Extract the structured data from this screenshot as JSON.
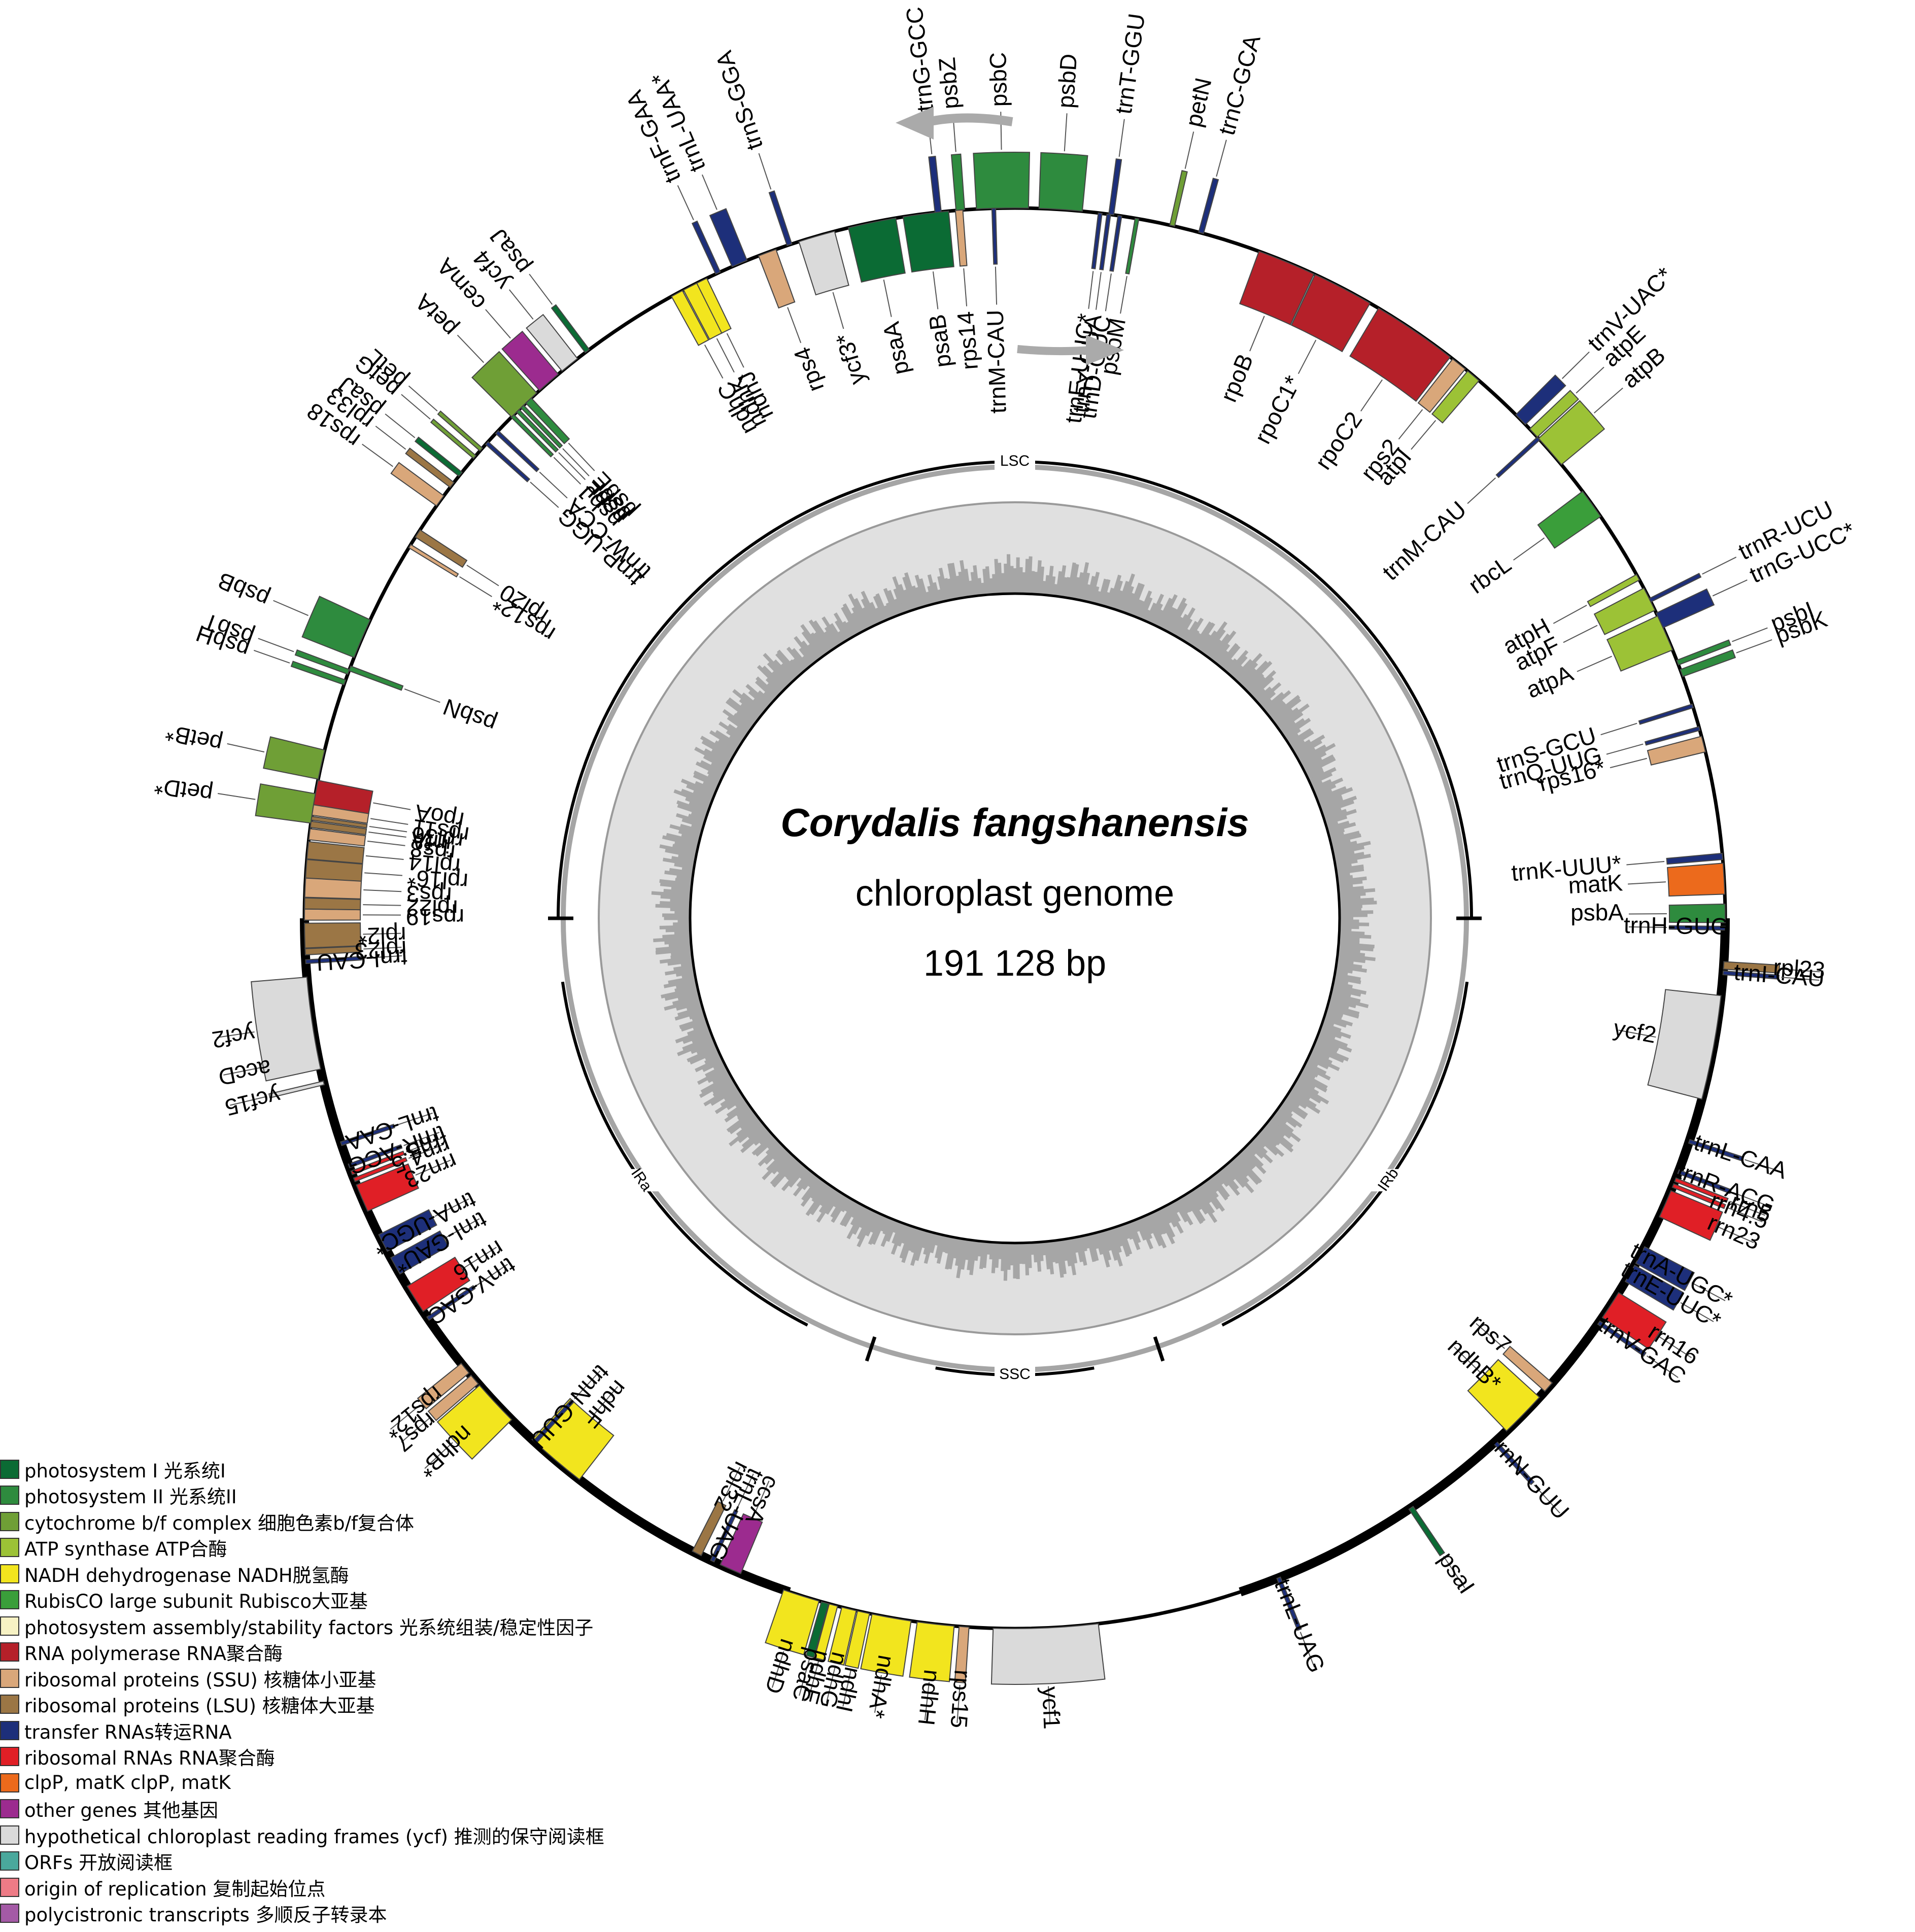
{
  "title": {
    "species": "Corydalis fangshanensis",
    "subtitle": "chloroplast genome",
    "size": "191 128 bp"
  },
  "regions": [
    "LSC",
    "IRb",
    "SSC",
    "IRa"
  ],
  "legend": [
    {
      "label": "photosystem I  光系统I",
      "color": "#0b6b34"
    },
    {
      "label": "photosystem II  光系统II",
      "color": "#2e8b3e"
    },
    {
      "label": "cytochrome b/f complex   细胞色素b/f复合体",
      "color": "#6f9f36"
    },
    {
      "label": "ATP synthase   ATP合酶",
      "color": "#9cc236"
    },
    {
      "label": "NADH dehydrogenase  NADH脱氢酶",
      "color": "#f2e51e"
    },
    {
      "label": "RubisCO large subunit  Rubisco大亚基",
      "color": "#3a9e3a"
    },
    {
      "label": "photosystem assembly/stability factors  光系统组装/稳定性因子",
      "color": "#f7f2c4"
    },
    {
      "label": "RNA polymerase  RNA聚合酶",
      "color": "#b52029"
    },
    {
      "label": "ribosomal proteins (SSU)  核糖体小亚基",
      "color": "#d9a77a"
    },
    {
      "label": "ribosomal proteins (LSU)  核糖体大亚基",
      "color": "#9b7645"
    },
    {
      "label": "transfer RNAs转运RNA",
      "color": "#1d2f7a"
    },
    {
      "label": "ribosomal RNAs   RNA聚合酶",
      "color": "#e01f26"
    },
    {
      "label": "clpP, matK  clpP, matK",
      "color": "#ec6a1c"
    },
    {
      "label": "other genes  其他基因",
      "color": "#9c2b8f"
    },
    {
      "label": "hypothetical chloroplast reading frames (ycf)  推测的保守阅读框",
      "color": "#dadada"
    },
    {
      "label": "ORFs  开放阅读框",
      "color": "#4aa89c"
    },
    {
      "label": "origin of replication  复制起始位点",
      "color": "#ee7b86"
    },
    {
      "label": "polycistronic transcripts  多顺反子转录本",
      "color": "#a45aa6"
    }
  ],
  "genes": [
    {
      "name": "psbC",
      "deg": 359,
      "w": 4.2,
      "side": "out",
      "cat": "psII"
    },
    {
      "name": "psbD",
      "deg": 3.7,
      "w": 3.5,
      "side": "out",
      "cat": "psII"
    },
    {
      "name": "psbZ",
      "deg": 355.6,
      "w": 0.7,
      "side": "out",
      "cat": "psII"
    },
    {
      "name": "trnG-GCC",
      "deg": 353.8,
      "w": 0.5,
      "side": "out",
      "cat": "trna"
    },
    {
      "name": "trnT-GGU",
      "deg": 7.8,
      "w": 0.4,
      "side": "out",
      "cat": "trna"
    },
    {
      "name": "petN",
      "deg": 12.8,
      "w": 0.4,
      "side": "out",
      "cat": "cyt"
    },
    {
      "name": "trnC-GCA",
      "deg": 15.2,
      "w": 0.4,
      "side": "out",
      "cat": "trna"
    },
    {
      "name": "trnS-GGA",
      "deg": 341.5,
      "w": 0.4,
      "side": "out",
      "cat": "trna"
    },
    {
      "name": "trnL-UAA*",
      "deg": 337.2,
      "w": 1.3,
      "side": "out",
      "cat": "trna"
    },
    {
      "name": "trnF-GAA",
      "deg": 335.3,
      "w": 0.4,
      "side": "out",
      "cat": "trna"
    },
    {
      "name": "psaJ",
      "deg": 323,
      "w": 0.4,
      "side": "out",
      "cat": "psI"
    },
    {
      "name": "ycf4",
      "deg": 321.2,
      "w": 1.6,
      "side": "out",
      "cat": "ycf"
    },
    {
      "name": "cemA",
      "deg": 319,
      "w": 2.0,
      "side": "out",
      "cat": "other"
    },
    {
      "name": "petA",
      "deg": 316.3,
      "w": 2.8,
      "side": "out",
      "cat": "cyt"
    },
    {
      "name": "psbB",
      "deg": 293.2,
      "w": 3.3,
      "side": "out",
      "cat": "psII"
    },
    {
      "name": "psbT",
      "deg": 290.3,
      "w": 0.4,
      "side": "out",
      "cat": "psII"
    },
    {
      "name": "psbH",
      "deg": 289.4,
      "w": 0.4,
      "side": "out",
      "cat": "psII"
    },
    {
      "name": "psbN",
      "deg": 290.6,
      "w": 0.4,
      "side": "in",
      "cat": "psII"
    },
    {
      "name": "petB*",
      "deg": 282.5,
      "w": 2.4,
      "side": "out",
      "cat": "cyt"
    },
    {
      "name": "petD*",
      "deg": 278.9,
      "w": 2.4,
      "side": "out",
      "cat": "cyt"
    },
    {
      "name": "psaA",
      "deg": 348.4,
      "w": 3.9,
      "side": "in",
      "cat": "psI"
    },
    {
      "name": "psaB",
      "deg": 352.8,
      "w": 3.7,
      "side": "in",
      "cat": "psI"
    },
    {
      "name": "rps14",
      "deg": 355.5,
      "w": 0.6,
      "side": "in",
      "cat": "ssu"
    },
    {
      "name": "trnM-CAU",
      "deg": 358.3,
      "w": 0.3,
      "side": "in",
      "cat": "trna"
    },
    {
      "name": "ycf3*",
      "deg": 343.8,
      "w": 3.0,
      "side": "in",
      "cat": "ycf"
    },
    {
      "name": "rps4",
      "deg": 339.6,
      "w": 1.5,
      "side": "in",
      "cat": "ssu"
    },
    {
      "name": "ndhJ",
      "deg": 333.8,
      "w": 1.0,
      "side": "in",
      "cat": "ndh"
    },
    {
      "name": "ndhK",
      "deg": 332.8,
      "w": 1.2,
      "side": "in",
      "cat": "ndh"
    },
    {
      "name": "ndhC",
      "deg": 331.6,
      "w": 1.0,
      "side": "in",
      "cat": "ndh"
    },
    {
      "name": "trnE-UUC*",
      "deg": 6.9,
      "w": 0.3,
      "side": "in",
      "cat": "trna"
    },
    {
      "name": "trnY-GUA",
      "deg": 7.6,
      "w": 0.3,
      "side": "in",
      "cat": "trna"
    },
    {
      "name": "trnD-GUC",
      "deg": 8.5,
      "w": 0.3,
      "side": "in",
      "cat": "trna"
    },
    {
      "name": "psbM",
      "deg": 9.9,
      "w": 0.3,
      "side": "in",
      "cat": "psII"
    },
    {
      "name": "rpoB",
      "deg": 22.5,
      "w": 4.8,
      "side": "in",
      "cat": "rpo"
    },
    {
      "name": "rpoC1*",
      "deg": 27.5,
      "w": 5.0,
      "side": "in",
      "cat": "rpo"
    },
    {
      "name": "rpoC2",
      "deg": 34.3,
      "w": 7.0,
      "side": "in",
      "cat": "rpo"
    },
    {
      "name": "rps2",
      "deg": 38.7,
      "w": 1.3,
      "side": "in",
      "cat": "ssu"
    },
    {
      "name": "atpI",
      "deg": 40.2,
      "w": 1.2,
      "side": "in",
      "cat": "atp"
    },
    {
      "name": "trnV-UAC*",
      "deg": 45.4,
      "w": 1.1,
      "side": "out",
      "cat": "trna"
    },
    {
      "name": "atpE",
      "deg": 46.9,
      "w": 0.9,
      "side": "out",
      "cat": "atp"
    },
    {
      "name": "atpB",
      "deg": 48.9,
      "w": 2.8,
      "side": "out",
      "cat": "atp"
    },
    {
      "name": "trnM-CAU",
      "deg": 47.5,
      "w": 0.3,
      "side": "in",
      "cat": "trna"
    },
    {
      "name": "rbcL",
      "deg": 54.3,
      "w": 2.5,
      "side": "in",
      "cat": "rubisco"
    },
    {
      "name": "atpH",
      "deg": 61.3,
      "w": 0.5,
      "side": "in",
      "cat": "atp"
    },
    {
      "name": "atpF",
      "deg": 63.3,
      "w": 2.0,
      "side": "in",
      "cat": "atp"
    },
    {
      "name": "atpA",
      "deg": 66.3,
      "w": 3.0,
      "side": "in",
      "cat": "atp"
    },
    {
      "name": "trnR-UCU",
      "deg": 63.4,
      "w": 0.3,
      "side": "out",
      "cat": "trna"
    },
    {
      "name": "trnG-UCC*",
      "deg": 65.2,
      "w": 1.3,
      "side": "out",
      "cat": "trna"
    },
    {
      "name": "psbI",
      "deg": 68.9,
      "w": 0.4,
      "side": "out",
      "cat": "psII"
    },
    {
      "name": "psbK",
      "deg": 69.8,
      "w": 0.6,
      "side": "out",
      "cat": "psII"
    },
    {
      "name": "trnS-GCU",
      "deg": 72.6,
      "w": 0.3,
      "side": "in",
      "cat": "trna"
    },
    {
      "name": "trnQ-UUG",
      "deg": 74.5,
      "w": 0.3,
      "side": "in",
      "cat": "trna"
    },
    {
      "name": "rps16*",
      "deg": 75.8,
      "w": 1.3,
      "side": "in",
      "cat": "ssu"
    },
    {
      "name": "trnK-UUU*",
      "deg": 85.0,
      "w": 0.5,
      "side": "in",
      "cat": "trna"
    },
    {
      "name": "matK",
      "deg": 86.8,
      "w": 2.5,
      "side": "in",
      "cat": "clp"
    },
    {
      "name": "psbA",
      "deg": 89.6,
      "w": 1.5,
      "side": "in",
      "cat": "psII"
    },
    {
      "name": "trnH-GUG",
      "deg": 90.8,
      "w": 0.3,
      "side": "in",
      "cat": "trna"
    },
    {
      "name": "rpl23",
      "deg": 93.8,
      "w": 0.6,
      "side": "out",
      "cat": "lsu"
    },
    {
      "name": "trnI-CAU",
      "deg": 94.4,
      "w": 0.3,
      "side": "out",
      "cat": "trna"
    },
    {
      "name": "ycf2",
      "deg": 100.5,
      "w": 8.5,
      "side": "in",
      "cat": "ycf"
    },
    {
      "name": "trnL-CAA",
      "deg": 108.3,
      "w": 0.3,
      "side": "out",
      "cat": "trna"
    },
    {
      "name": "trnR-ACG",
      "deg": 110.9,
      "w": 0.3,
      "side": "out",
      "cat": "trna"
    },
    {
      "name": "rrn5",
      "deg": 111.6,
      "w": 0.3,
      "side": "out",
      "cat": "rrna"
    },
    {
      "name": "rrn4.5",
      "deg": 112.1,
      "w": 0.3,
      "side": "out",
      "cat": "rrna"
    },
    {
      "name": "rrn23",
      "deg": 113.7,
      "w": 2.3,
      "side": "out",
      "cat": "rrna"
    },
    {
      "name": "trnA-UGC*",
      "deg": 118.3,
      "w": 1.5,
      "side": "out",
      "cat": "trna"
    },
    {
      "name": "trnE-UUC*",
      "deg": 120.0,
      "w": 1.5,
      "side": "out",
      "cat": "trna"
    },
    {
      "name": "rrn16",
      "deg": 123.0,
      "w": 2.4,
      "side": "out",
      "cat": "rrna"
    },
    {
      "name": "trnV-GAC",
      "deg": 124.7,
      "w": 0.3,
      "side": "out",
      "cat": "trna"
    },
    {
      "name": "rps7",
      "deg": 131.3,
      "w": 0.9,
      "side": "in",
      "cat": "ssu"
    },
    {
      "name": "ndhB*",
      "deg": 134.3,
      "w": 3.8,
      "side": "in",
      "cat": "ndh"
    },
    {
      "name": "trnN-GUU",
      "deg": 137.5,
      "w": 0.3,
      "side": "out",
      "cat": "trna"
    },
    {
      "name": "psaI",
      "deg": 146.1,
      "w": 0.4,
      "side": "out",
      "cat": "psI"
    },
    {
      "name": "trnL-UAG",
      "deg": 158.2,
      "w": 0.3,
      "side": "out",
      "cat": "trna"
    },
    {
      "name": "ycf1",
      "deg": 177.5,
      "w": 8.5,
      "side": "out",
      "cat": "ycf"
    },
    {
      "name": "rps15",
      "deg": 184.1,
      "w": 0.8,
      "side": "out",
      "cat": "ssu"
    },
    {
      "name": "ndhH",
      "deg": 186.4,
      "w": 3.0,
      "side": "out",
      "cat": "ndh"
    },
    {
      "name": "ndhA*",
      "deg": 190.0,
      "w": 3.2,
      "side": "out",
      "cat": "ndh"
    },
    {
      "name": "ndhI",
      "deg": 192.3,
      "w": 1.0,
      "side": "out",
      "cat": "ndh"
    },
    {
      "name": "ndhG",
      "deg": 193.5,
      "w": 1.2,
      "side": "out",
      "cat": "ndh"
    },
    {
      "name": "ndhE",
      "deg": 194.8,
      "w": 0.7,
      "side": "out",
      "cat": "ndh"
    },
    {
      "name": "psaC",
      "deg": 195.5,
      "w": 0.6,
      "side": "out",
      "cat": "psI"
    },
    {
      "name": "ndhD",
      "deg": 197.5,
      "w": 3.0,
      "side": "out",
      "cat": "ndh"
    },
    {
      "name": "ccsA",
      "deg": 203.6,
      "w": 1.8,
      "side": "in",
      "cat": "other"
    },
    {
      "name": "trnL-UAG",
      "deg": 205.2,
      "w": 0.3,
      "side": "in",
      "cat": "trna"
    },
    {
      "name": "rpl32",
      "deg": 206.6,
      "w": 0.8,
      "side": "in",
      "cat": "lsu"
    },
    {
      "name": "ndhF",
      "deg": 220.3,
      "w": 5.0,
      "side": "in",
      "cat": "ndh"
    },
    {
      "name": "trnN-GUU",
      "deg": 222.5,
      "w": 0.3,
      "side": "in",
      "cat": "trna"
    },
    {
      "name": "ndhB*",
      "deg": 227.0,
      "w": 3.8,
      "side": "out",
      "cat": "ndh"
    },
    {
      "name": "rps7",
      "deg": 229.5,
      "w": 0.9,
      "side": "out",
      "cat": "ssu"
    },
    {
      "name": "rps12*",
      "deg": 230.7,
      "w": 1.0,
      "side": "out",
      "cat": "ssu"
    },
    {
      "name": "trnV-GAC",
      "deg": 235.7,
      "w": 0.3,
      "side": "in",
      "cat": "trna"
    },
    {
      "name": "rrn16",
      "deg": 237.6,
      "w": 2.4,
      "side": "in",
      "cat": "rrna"
    },
    {
      "name": "trnI-GAU*",
      "deg": 240.7,
      "w": 1.5,
      "side": "in",
      "cat": "trna"
    },
    {
      "name": "trnA-UGC*",
      "deg": 242.8,
      "w": 1.5,
      "side": "in",
      "cat": "trna"
    },
    {
      "name": "rrn23",
      "deg": 246.8,
      "w": 2.3,
      "side": "in",
      "cat": "rrna"
    },
    {
      "name": "rrn4.5",
      "deg": 248.4,
      "w": 0.3,
      "side": "in",
      "cat": "rrna"
    },
    {
      "name": "rrn5",
      "deg": 249.0,
      "w": 0.3,
      "side": "in",
      "cat": "rrna"
    },
    {
      "name": "trnR-ACG",
      "deg": 249.6,
      "w": 0.3,
      "side": "in",
      "cat": "trna"
    },
    {
      "name": "trnL-CAA",
      "deg": 251.5,
      "w": 0.3,
      "side": "in",
      "cat": "trna"
    },
    {
      "name": "ycf15",
      "deg": 256.6,
      "w": 0.3,
      "side": "out",
      "cat": "ycf"
    },
    {
      "name": "accD",
      "deg": 258.8,
      "w": 0.4,
      "side": "out",
      "cat": "other"
    },
    {
      "name": "ycf2",
      "deg": 261.5,
      "w": 7.5,
      "side": "out",
      "cat": "ycf"
    },
    {
      "name": "trnI-CAU",
      "deg": 266.5,
      "w": 0.3,
      "side": "in",
      "cat": "trna"
    },
    {
      "name": "rpl23",
      "deg": 267.3,
      "w": 0.5,
      "side": "in",
      "cat": "lsu"
    },
    {
      "name": "rpl2*",
      "deg": 268.6,
      "w": 2.0,
      "side": "in",
      "cat": "lsu"
    },
    {
      "name": "rps19",
      "deg": 270.3,
      "w": 0.9,
      "side": "in",
      "cat": "ssu"
    },
    {
      "name": "rpl22",
      "deg": 271.2,
      "w": 0.9,
      "side": "in",
      "cat": "lsu"
    },
    {
      "name": "rps3",
      "deg": 272.5,
      "w": 1.6,
      "side": "in",
      "cat": "ssu"
    },
    {
      "name": "rpl16*",
      "deg": 274.0,
      "w": 1.5,
      "side": "in",
      "cat": "lsu"
    },
    {
      "name": "rpl14",
      "deg": 275.5,
      "w": 1.4,
      "side": "in",
      "cat": "lsu"
    },
    {
      "name": "rps8",
      "deg": 276.8,
      "w": 0.9,
      "side": "in",
      "cat": "ssu"
    },
    {
      "name": "infA",
      "deg": 277.6,
      "w": 0.5,
      "side": "in",
      "cat": "lsu"
    },
    {
      "name": "rpl36",
      "deg": 278.1,
      "w": 0.3,
      "side": "in",
      "cat": "lsu"
    },
    {
      "name": "rps11",
      "deg": 278.8,
      "w": 0.9,
      "side": "in",
      "cat": "ssu"
    },
    {
      "name": "rpoA",
      "deg": 280.2,
      "w": 2.0,
      "side": "in",
      "cat": "rpo"
    },
    {
      "name": "rpl20",
      "deg": 302.8,
      "w": 0.7,
      "side": "in",
      "cat": "lsu"
    },
    {
      "name": "rps12*",
      "deg": 301.6,
      "w": 0.3,
      "side": "in",
      "cat": "ssu"
    },
    {
      "name": "rps18",
      "deg": 306.0,
      "w": 1.0,
      "side": "out",
      "cat": "ssu"
    },
    {
      "name": "rpl33",
      "deg": 307.6,
      "w": 0.5,
      "side": "out",
      "cat": "lsu"
    },
    {
      "name": "psaJ",
      "deg": 308.7,
      "w": 0.4,
      "side": "out",
      "cat": "psI"
    },
    {
      "name": "petG",
      "deg": 310.5,
      "w": 0.3,
      "side": "out",
      "cat": "cyt"
    },
    {
      "name": "petL",
      "deg": 311.3,
      "w": 0.3,
      "side": "out",
      "cat": "cyt"
    },
    {
      "name": "psbJ",
      "deg": 315.0,
      "w": 0.3,
      "side": "in",
      "cat": "psII"
    },
    {
      "name": "psbL",
      "deg": 315.6,
      "w": 0.3,
      "side": "in",
      "cat": "psII"
    },
    {
      "name": "psbF",
      "deg": 316.1,
      "w": 0.3,
      "side": "in",
      "cat": "psII"
    },
    {
      "name": "psbE",
      "deg": 316.8,
      "w": 0.6,
      "side": "in",
      "cat": "psII"
    },
    {
      "name": "trnW-CCA",
      "deg": 313.2,
      "w": 0.3,
      "side": "in",
      "cat": "trna"
    },
    {
      "name": "trnP-UGG",
      "deg": 312.0,
      "w": 0.3,
      "side": "in",
      "cat": "trna"
    }
  ],
  "category_colors": {
    "psI": "#0b6b34",
    "psII": "#2e8b3e",
    "cyt": "#6f9f36",
    "atp": "#9cc236",
    "ndh": "#f2e51e",
    "rubisco": "#3a9e3a",
    "rpo": "#b52029",
    "ssu": "#d9a77a",
    "lsu": "#9b7645",
    "trna": "#1d2f7a",
    "rrna": "#e01f26",
    "clp": "#ec6a1c",
    "other": "#9c2b8f",
    "ycf": "#dadada"
  }
}
